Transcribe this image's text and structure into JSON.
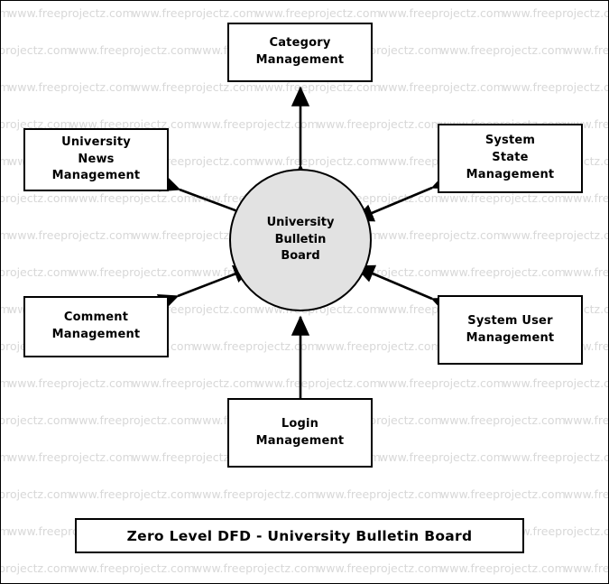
{
  "diagram": {
    "type": "dfd",
    "level": "Zero Level DFD",
    "caption": "Zero Level DFD - University Bulletin Board",
    "process": {
      "label": "University\nBulletin\nBoard",
      "fill": "#e2e2e2",
      "stroke": "#000000"
    },
    "entities": [
      {
        "id": "category-management",
        "label": "Category\nManagement"
      },
      {
        "id": "university-news-management",
        "label": "University\nNews\nManagement"
      },
      {
        "id": "system-state-management",
        "label": "System\nState\nManagement"
      },
      {
        "id": "comment-management",
        "label": "Comment\nManagement"
      },
      {
        "id": "system-user-management",
        "label": "System User\nManagement"
      },
      {
        "id": "login-management",
        "label": "Login\nManagement"
      }
    ],
    "flows": [
      {
        "from": "category-management",
        "to": "university-bulletin-board",
        "direction": "bidirectional"
      },
      {
        "from": "university-news-management",
        "to": "university-bulletin-board",
        "direction": "bidirectional"
      },
      {
        "from": "system-state-management",
        "to": "university-bulletin-board",
        "direction": "bidirectional"
      },
      {
        "from": "comment-management",
        "to": "university-bulletin-board",
        "direction": "bidirectional"
      },
      {
        "from": "system-user-management",
        "to": "university-bulletin-board",
        "direction": "bidirectional"
      },
      {
        "from": "login-management",
        "to": "university-bulletin-board",
        "direction": "bidirectional"
      }
    ]
  },
  "watermark": {
    "text": "www.freeprojectz.com",
    "color": "#d8d8d8"
  }
}
